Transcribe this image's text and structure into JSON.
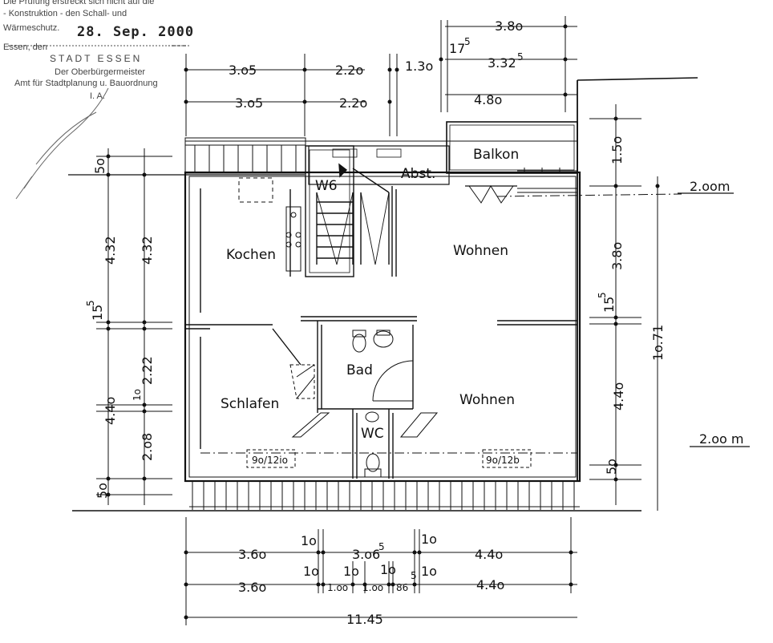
{
  "stamp": {
    "line1": "Die Prüfung erstreckt sich nicht auf die",
    "line2": "- Konstruktion - den Schall- und",
    "line3": "Wärmeschutz.",
    "date": "28. Sep. 2000",
    "line4": "Essen, den",
    "city": "STADT ESSEN",
    "line5": "Der Oberbürgermeister",
    "line6": "Amt für Stadtplanung u. Bauordnung",
    "line7": "I. A."
  },
  "rooms": {
    "balkon": "Balkon",
    "abst": "Abst.",
    "w6": "W6",
    "kochen": "Kochen",
    "wohnen_top": "Wohnen",
    "bad": "Bad",
    "schlafen": "Schlafen",
    "wohnen_bottom": "Wohnen",
    "wc": "WC"
  },
  "windows": {
    "left": "9o/12io",
    "right": "9o/12b"
  },
  "levels": {
    "upper": "2.oom",
    "lower": "2.oo m"
  },
  "dims_top": {
    "d380": "3.8o",
    "d175": "17",
    "d175_sup": "5",
    "d305a": "3.o5",
    "d220a": "2.2o",
    "d130": "1.3o",
    "d332": "3.32",
    "d332_sup": "5",
    "d305b": "3.o5",
    "d220b": "2.2o",
    "d480": "4.8o"
  },
  "dims_left": {
    "d50a": "5o",
    "d432a": "4.32",
    "d432b": "4.32",
    "d155": "15",
    "d155_sup": "5",
    "d222": "2.22",
    "d440": "4.4o",
    "d10": "1o",
    "d208": "2.o8",
    "d50b": "5o"
  },
  "dims_right": {
    "d150": "1.5o",
    "d380": "3.8o",
    "d155": "15",
    "d155_sup": "5",
    "d1071": "1o.71",
    "d440": "4.4o",
    "d50": "5o"
  },
  "dims_bottom": {
    "d10a": "1o",
    "d10b": "1o",
    "d360a": "3.6o",
    "d306": "3.o6",
    "d306_sup": "5",
    "d440a": "4.4o",
    "d10c": "1o",
    "d10d": "1o",
    "d10e": "1o",
    "d10f": "1o",
    "d360b": "3.6o",
    "d100a": "1.oo",
    "d100b": "1.oo",
    "d86": "86",
    "d86_sup": "5",
    "d440b": "4.4o",
    "d1145": "11.45"
  }
}
